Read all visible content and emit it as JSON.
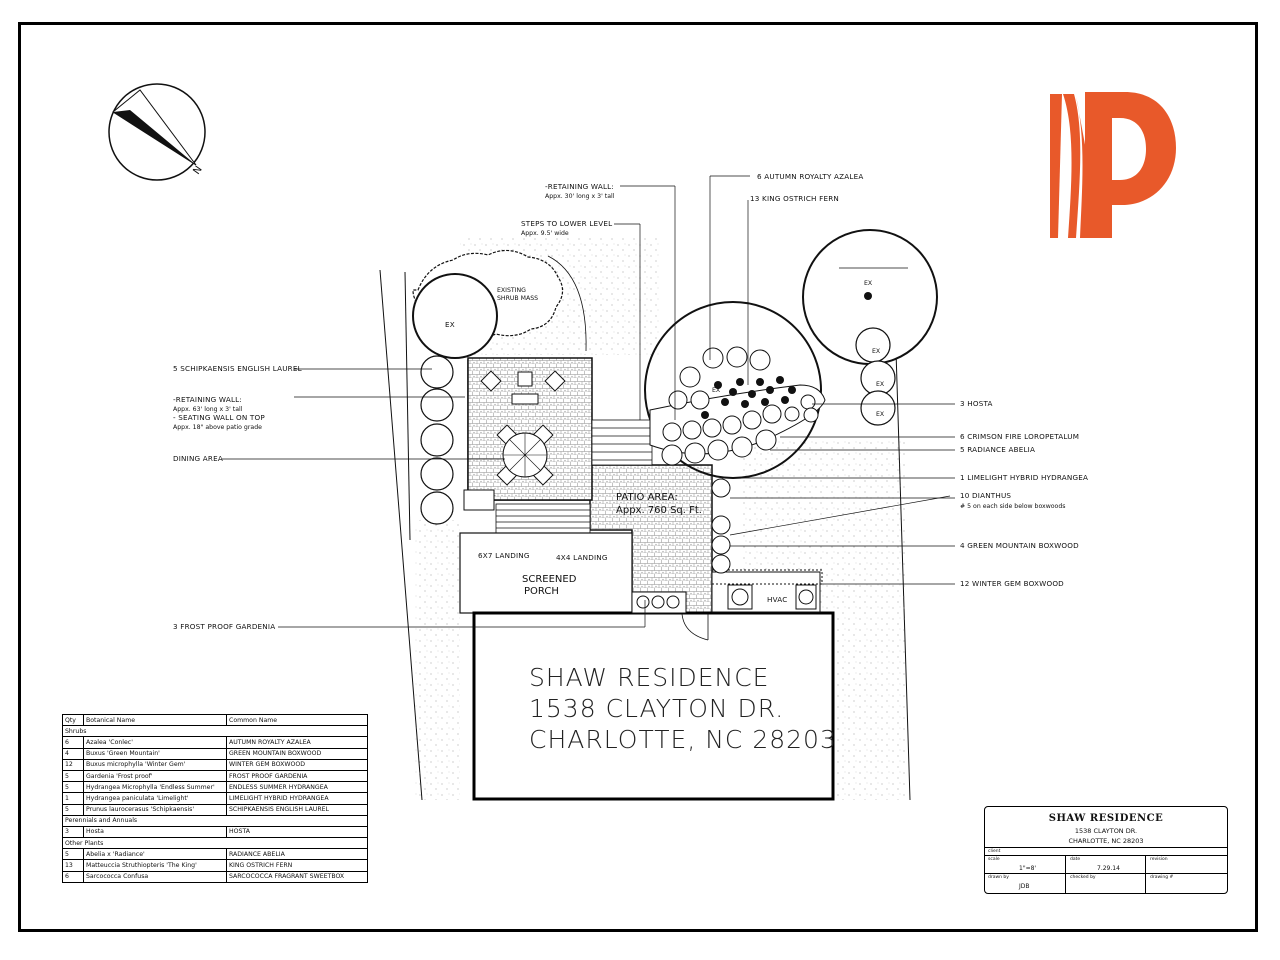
{
  "residence": {
    "name": "SHAW RESIDENCE",
    "address": "1538 CLAYTON DR.",
    "city": "CHARLOTTE, NC 28203"
  },
  "compass": {
    "north_label": "N"
  },
  "site_labels": {
    "existing": "EX",
    "existing_shrub_mass_1": "EXISTING",
    "existing_shrub_mass_2": "SHRUB MASS",
    "patio_area": "PATIO AREA:",
    "patio_size": "Appx. 760 Sq. Ft.",
    "landing_6x7": "6X7 LANDING",
    "landing_4x4": "4X4 LANDING",
    "screened_porch_1": "SCREENED",
    "screened_porch_2": "PORCH",
    "hvac": "HVAC"
  },
  "callouts_left": {
    "english_laurel": "5 SCHIPKAENSIS ENGLISH LAUREL",
    "retaining_wall_title": "-RETAINING WALL:",
    "retaining_wall_size": "Appx. 63' long x 3' tall",
    "seating_wall": "- SEATING WALL ON TOP",
    "seating_wall_size": "Appx. 18\" above patio grade",
    "dining_area": "DINING AREA",
    "gardenia": "3 FROST PROOF GARDENIA"
  },
  "callouts_top": {
    "retaining_wall_title": "-RETAINING WALL:",
    "retaining_wall_size": "Appx. 30' long x 3' tall",
    "steps_title": "STEPS TO LOWER LEVEL",
    "steps_size": "Appx. 9.5' wide",
    "azalea": "6 AUTUMN ROYALTY AZALEA",
    "fern": "13 KING OSTRICH FERN"
  },
  "callouts_right": {
    "hosta": "3 HOSTA",
    "loropetalum": "6 CRIMSON FIRE LOROPETALUM",
    "abelia": "5 RADIANCE ABELIA",
    "hydrangea": "1 LIMELIGHT HYBRID HYDRANGEA",
    "dianthus": "10 DIANTHUS",
    "dianthus_note": "# 5 on each side below boxwoods",
    "green_mountain": "4 GREEN MOUNTAIN BOXWOOD",
    "winter_gem": "12 WINTER GEM BOXWOOD"
  },
  "plant_table": {
    "headers": [
      "Qty",
      "Botanical Name",
      "Common Name"
    ],
    "rows": [
      {
        "section": "Shrubs"
      },
      {
        "qty": "6",
        "botanical": "Azalea 'Conlec'",
        "common": "AUTUMN ROYALTY AZALEA"
      },
      {
        "qty": "4",
        "botanical": "Buxus 'Green Mountain'",
        "common": "GREEN MOUNTAIN BOXWOOD"
      },
      {
        "qty": "12",
        "botanical": "Buxus microphylla 'Winter Gem'",
        "common": "WINTER GEM BOXWOOD"
      },
      {
        "qty": "5",
        "botanical": "Gardenia 'Frost proof'",
        "common": "FROST PROOF GARDENIA"
      },
      {
        "qty": "5",
        "botanical": "Hydrangea Microphylla 'Endless Summer'",
        "common": "ENDLESS SUMMER HYDRANGEA"
      },
      {
        "qty": "1",
        "botanical": "Hydrangea paniculata 'Limelight'",
        "common": "LIMELIGHT HYBRID HYDRANGEA"
      },
      {
        "qty": "5",
        "botanical": "Prunus laurocerasus 'Schipkaensis'",
        "common": "SCHIPKAENSIS ENGLISH LAUREL"
      },
      {
        "section": "Perennials and Annuals"
      },
      {
        "qty": "3",
        "botanical": "Hosta",
        "common": "HOSTA"
      },
      {
        "section": "Other Plants"
      },
      {
        "qty": "5",
        "botanical": "Abelia x 'Radiance'",
        "common": "RADIANCE ABELIA"
      },
      {
        "qty": "13",
        "botanical": "Matteuccia Struthiopteris 'The King'",
        "common": "KING OSTRICH FERN"
      },
      {
        "qty": "6",
        "botanical": "Sarcococca Confusa",
        "common": "SARCOCOCCA FRAGRANT SWEETBOX"
      }
    ]
  },
  "title_block": {
    "title": "SHAW RESIDENCE",
    "address": "1538 CLAYTON DR.",
    "city": "CHARLOTTE, NC 28203",
    "client_label": "client",
    "scale_label": "scale",
    "scale_value": "1\"=8'",
    "date_label": "date",
    "date_value": "7.29.14",
    "revision_label": "revision",
    "drawn_by_label": "drawn by",
    "drawn_by_value": "JDB",
    "checked_by_label": "checked by",
    "drawing_label": "drawing #"
  },
  "colors": {
    "logo": "#E8592A",
    "ink": "#111111",
    "paver": "#9a9a9a"
  }
}
